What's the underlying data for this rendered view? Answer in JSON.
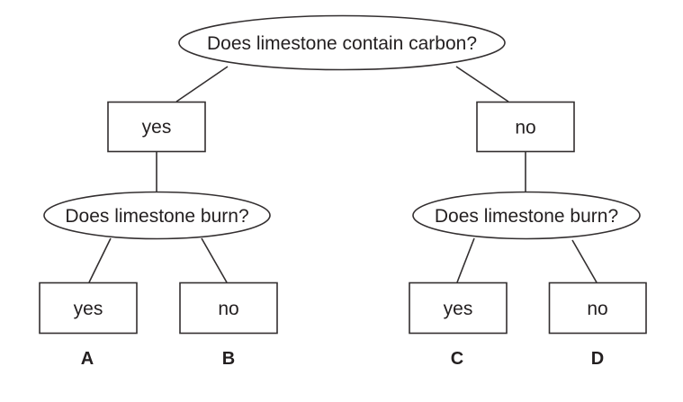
{
  "style": {
    "background_color": "#ffffff",
    "line_color": "#332f30",
    "text_color": "#231f20"
  },
  "tree": {
    "root_question": "Does limestone contain carbon?",
    "left_branch": {
      "answer": "yes",
      "question": "Does limestone burn?",
      "outcomes": [
        {
          "answer": "yes",
          "label": "A"
        },
        {
          "answer": "no",
          "label": "B"
        }
      ]
    },
    "right_branch": {
      "answer": "no",
      "question": "Does limestone burn?",
      "outcomes": [
        {
          "answer": "yes",
          "label": "C"
        },
        {
          "answer": "no",
          "label": "D"
        }
      ]
    }
  }
}
